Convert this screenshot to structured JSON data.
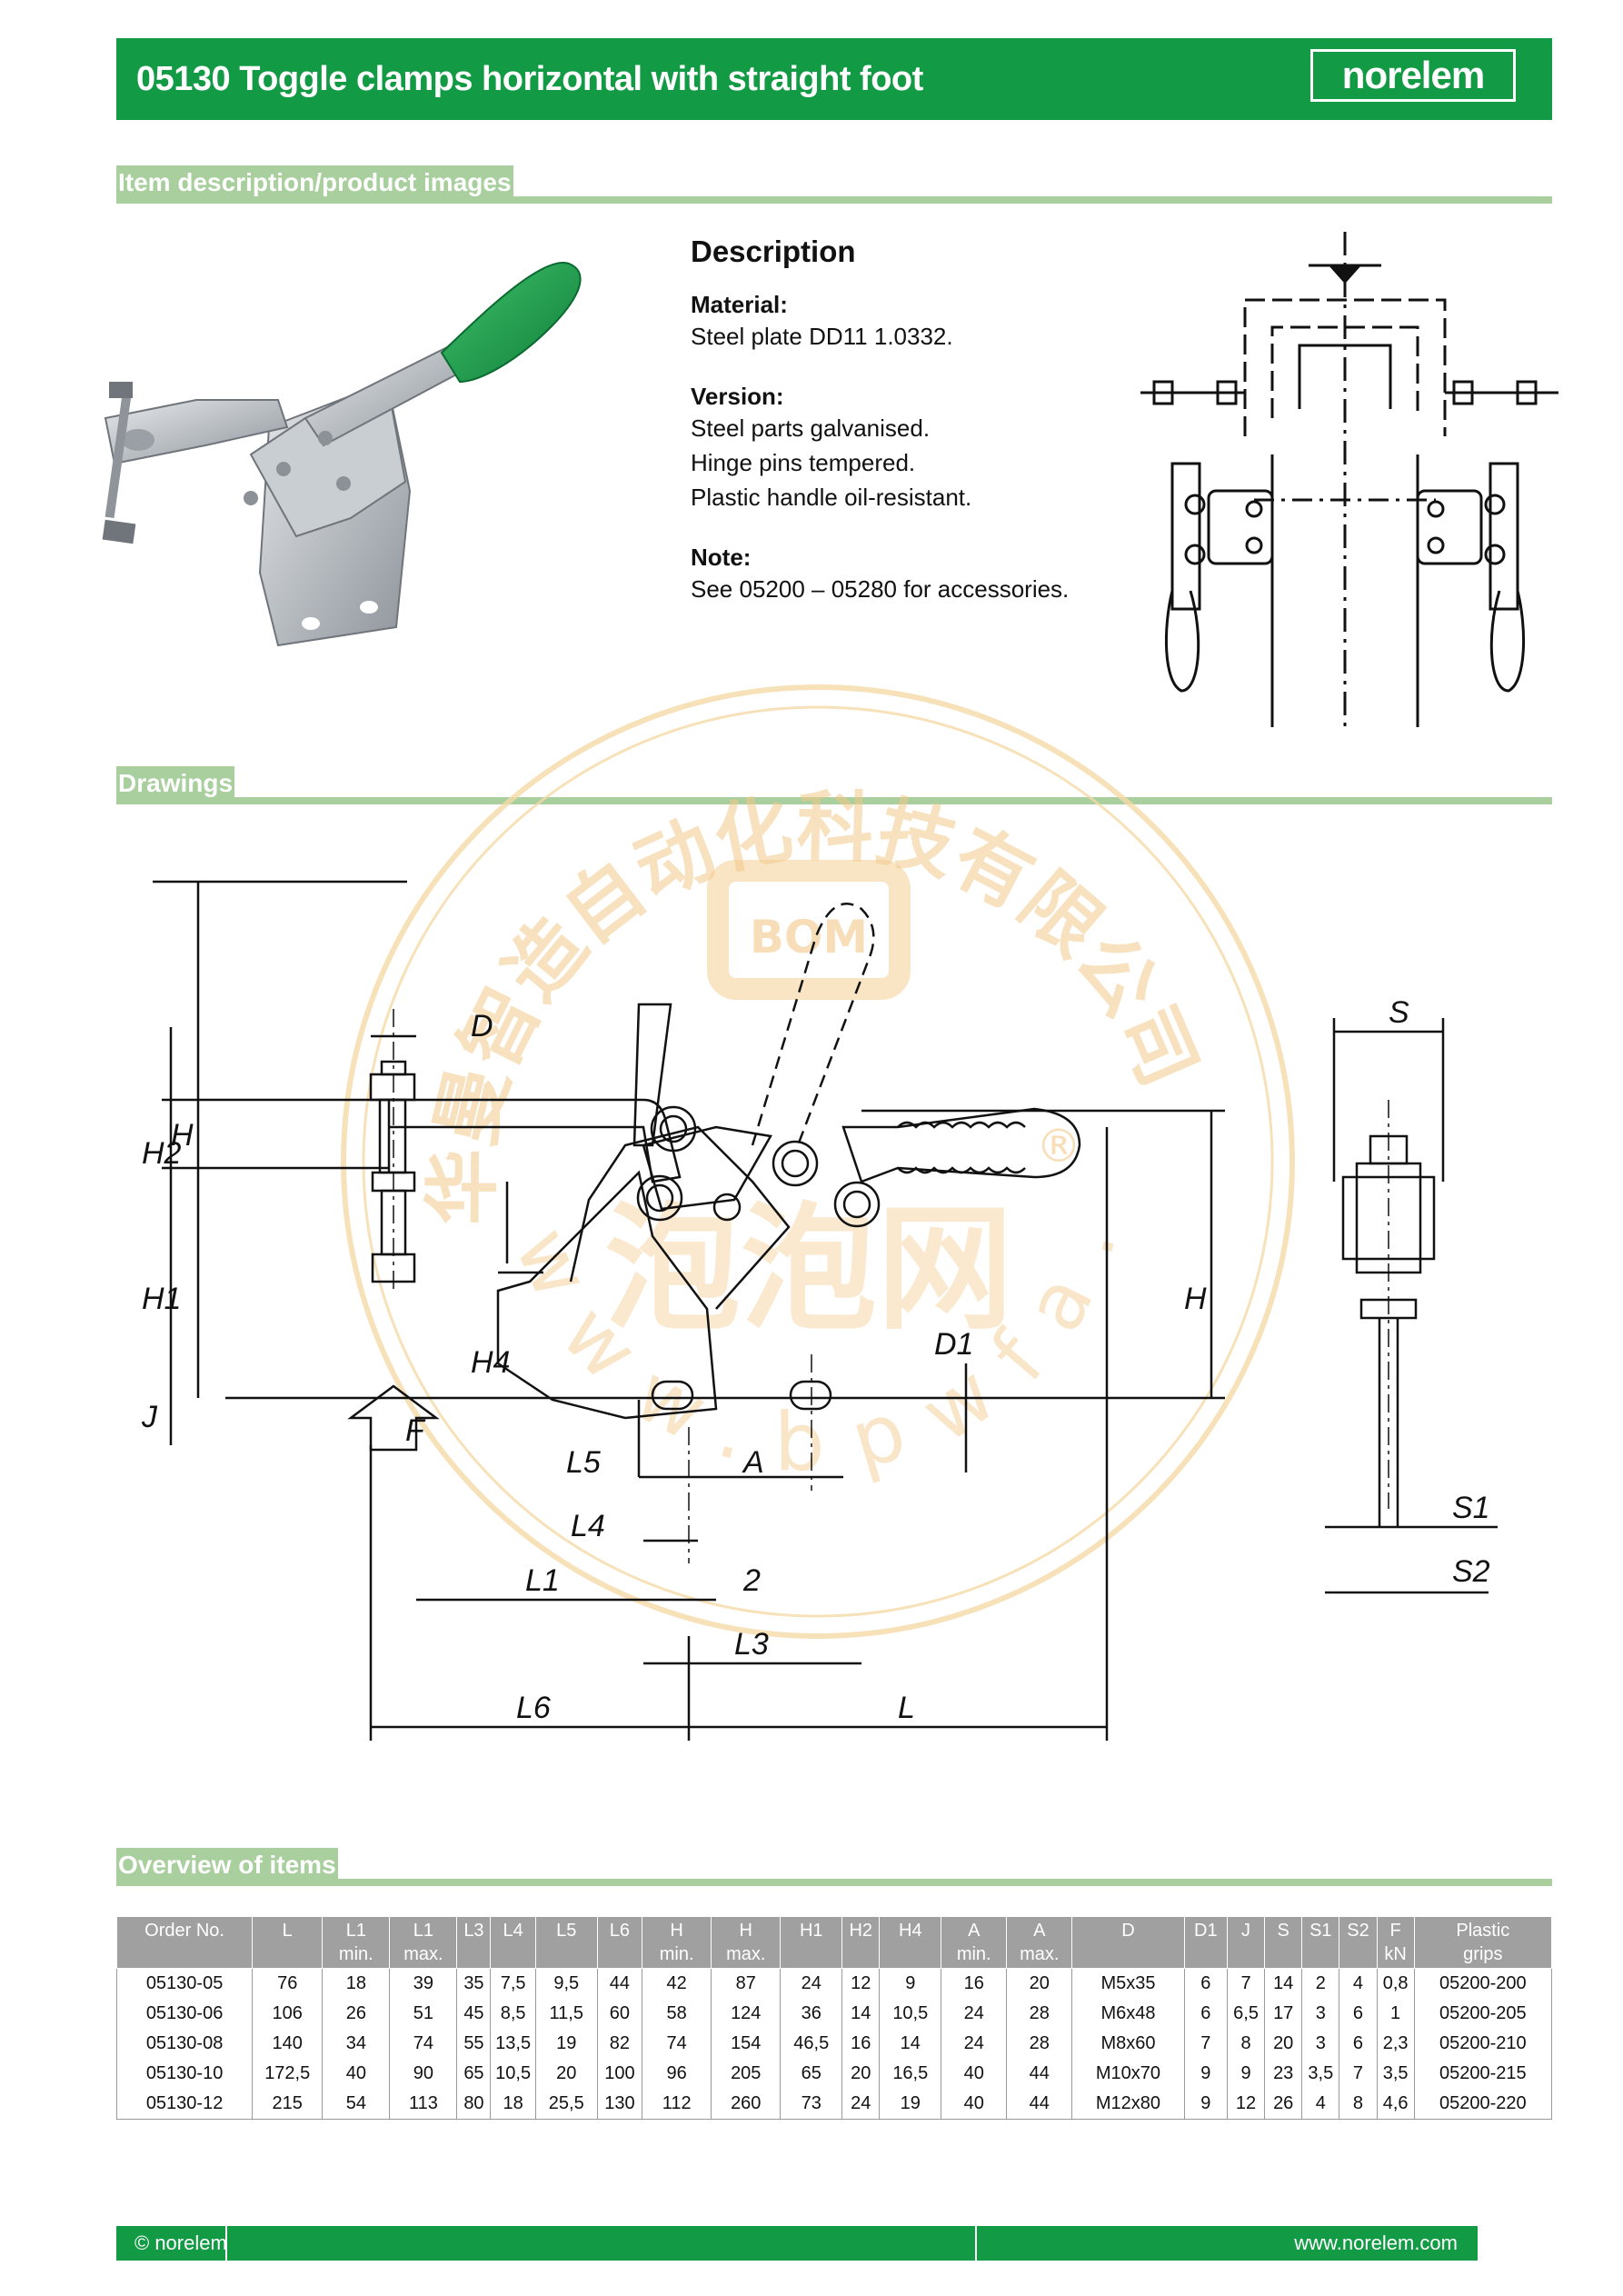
{
  "header": {
    "title": "05130 Toggle clamps horizontal with straight foot",
    "logo": "norelem",
    "color": "#139a45"
  },
  "sections": {
    "images": "Item description/product images",
    "drawings": "Drawings",
    "overview": "Overview of items"
  },
  "description": {
    "heading": "Description",
    "material_label": "Material:",
    "material_text": "Steel plate DD11 1.0332.",
    "version_label": "Version:",
    "version_lines": [
      "Steel parts galvanised.",
      "Hinge pins tempered.",
      "Plastic handle oil-resistant."
    ],
    "note_label": "Note:",
    "note_text": "See 05200 – 05280 for accessories."
  },
  "drawing_labels": {
    "H_left": "H",
    "D": "D",
    "H2": "H2",
    "H1": "H1",
    "H4": "H4",
    "J": "J",
    "F": "F",
    "H_right": "H",
    "D1": "D1",
    "L5": "L5",
    "A": "A",
    "L4": "L4",
    "L1": "L1",
    "2": "2",
    "L3": "L3",
    "L6": "L6",
    "L": "L",
    "S": "S",
    "S1": "S1",
    "S2": "S2"
  },
  "table": {
    "headers": [
      [
        "Order No.",
        ""
      ],
      [
        "L",
        ""
      ],
      [
        "L1",
        "min."
      ],
      [
        "L1",
        "max."
      ],
      [
        "L3",
        ""
      ],
      [
        "L4",
        ""
      ],
      [
        "L5",
        ""
      ],
      [
        "L6",
        ""
      ],
      [
        "H",
        "min."
      ],
      [
        "H",
        "max."
      ],
      [
        "H1",
        ""
      ],
      [
        "H2",
        ""
      ],
      [
        "H4",
        ""
      ],
      [
        "A",
        "min."
      ],
      [
        "A",
        "max."
      ],
      [
        "D",
        ""
      ],
      [
        "D1",
        ""
      ],
      [
        "J",
        ""
      ],
      [
        "S",
        ""
      ],
      [
        "S1",
        ""
      ],
      [
        "S2",
        ""
      ],
      [
        "F",
        "kN"
      ],
      [
        "Plastic",
        "grips"
      ]
    ],
    "rows": [
      [
        "05130-05",
        "76",
        "18",
        "39",
        "35",
        "7,5",
        "9,5",
        "44",
        "42",
        "87",
        "24",
        "12",
        "9",
        "16",
        "20",
        "M5x35",
        "6",
        "7",
        "14",
        "2",
        "4",
        "0,8",
        "05200-200"
      ],
      [
        "05130-06",
        "106",
        "26",
        "51",
        "45",
        "8,5",
        "11,5",
        "60",
        "58",
        "124",
        "36",
        "14",
        "10,5",
        "24",
        "28",
        "M6x48",
        "6",
        "6,5",
        "17",
        "3",
        "6",
        "1",
        "05200-205"
      ],
      [
        "05130-08",
        "140",
        "34",
        "74",
        "55",
        "13,5",
        "19",
        "82",
        "74",
        "154",
        "46,5",
        "16",
        "14",
        "24",
        "28",
        "M8x60",
        "7",
        "8",
        "20",
        "3",
        "6",
        "2,3",
        "05200-210"
      ],
      [
        "05130-10",
        "172,5",
        "40",
        "90",
        "65",
        "10,5",
        "20",
        "100",
        "96",
        "205",
        "65",
        "20",
        "16,5",
        "40",
        "44",
        "M10x70",
        "9",
        "9",
        "23",
        "3,5",
        "7",
        "3,5",
        "05200-215"
      ],
      [
        "05130-12",
        "215",
        "54",
        "113",
        "80",
        "18",
        "25,5",
        "130",
        "112",
        "260",
        "73",
        "24",
        "19",
        "40",
        "44",
        "M12x80",
        "9",
        "12",
        "26",
        "4",
        "8",
        "4,6",
        "05200-220"
      ]
    ]
  },
  "watermark": {
    "company": "华曼智造自动化科技有限公司",
    "site_text": "www.bpwfa.com",
    "logo_text": "BOM",
    "brand": "泡泡网",
    "reg": "®"
  },
  "footer": {
    "left": "© norelem",
    "right": "www.norelem.com"
  }
}
